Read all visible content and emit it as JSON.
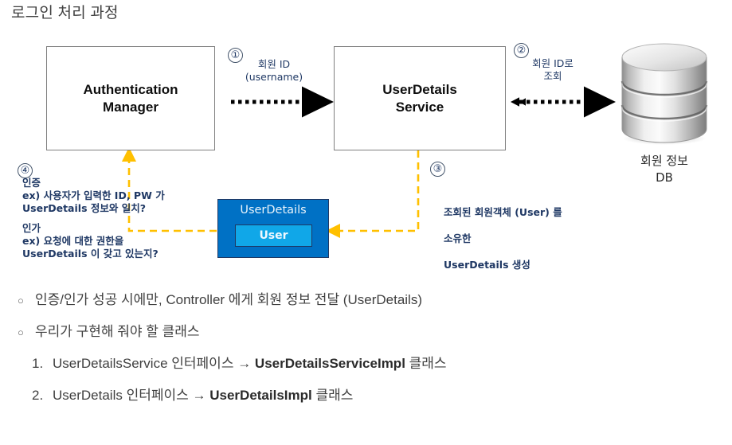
{
  "slide": {
    "title": "로그인 처리 과정"
  },
  "diagram": {
    "boxes": [
      {
        "id": "auth-manager",
        "label": "Authentication\nManager"
      },
      {
        "id": "userdetails-service",
        "label": "UserDetails\nService"
      }
    ],
    "db": {
      "icon": "database-cylinder-icon",
      "caption": "회원 정보\nDB"
    },
    "steps": [
      {
        "number": "①",
        "caption": "회원 ID\n(username)",
        "arrow": "dotted-arrow-right"
      },
      {
        "number": "②",
        "caption": "회원 ID로\n조회",
        "arrow": "dotted-arrow-bidirectional"
      },
      {
        "number": "③",
        "arrow": "orange-dashed-elbow-left"
      },
      {
        "number": "④",
        "arrow": "orange-dashed-elbow-up"
      }
    ],
    "userdetails_card": {
      "title": "UserDetails",
      "inner_label": "User"
    },
    "note_step3": {
      "line1_pre": "조회된 회원객체 (",
      "line1_bold": "User",
      "line1_post": ") 를",
      "line2": "소유한",
      "line3": "UserDetails 생성"
    },
    "note_step4": {
      "auth_head": "인증",
      "auth_body": "ex) 사용자가 입력한 ID, PW 가\n       UserDetails 정보와 일치?",
      "authz_head": "인가",
      "authz_body": "ex) 요청에 대한 권한을\nUserDetails 이 갖고 있는지?"
    },
    "colors": {
      "orange_dashed": "#ffc000",
      "card_outer_blue": "#0071c5",
      "card_inner_blue": "#10a7e8",
      "note_navy": "#1f3864",
      "box_border": "#7f7f7f"
    }
  },
  "bullets": [
    {
      "mark": "○",
      "text": "인증/인가 성공 시에만, Controller 에게 회원 정보 전달 (UserDetails)"
    },
    {
      "mark": "○",
      "text": "우리가 구현해 줘야 할 클래스"
    }
  ],
  "numbered": [
    {
      "mark": "1.",
      "pre": "UserDetailsService 인터페이스 → ",
      "bold": "UserDetailsServiceImpl",
      "post": " 클래스"
    },
    {
      "mark": "2.",
      "pre": "UserDetails 인터페이스 → ",
      "bold": "UserDetailsImpl",
      "post": " 클래스"
    }
  ]
}
